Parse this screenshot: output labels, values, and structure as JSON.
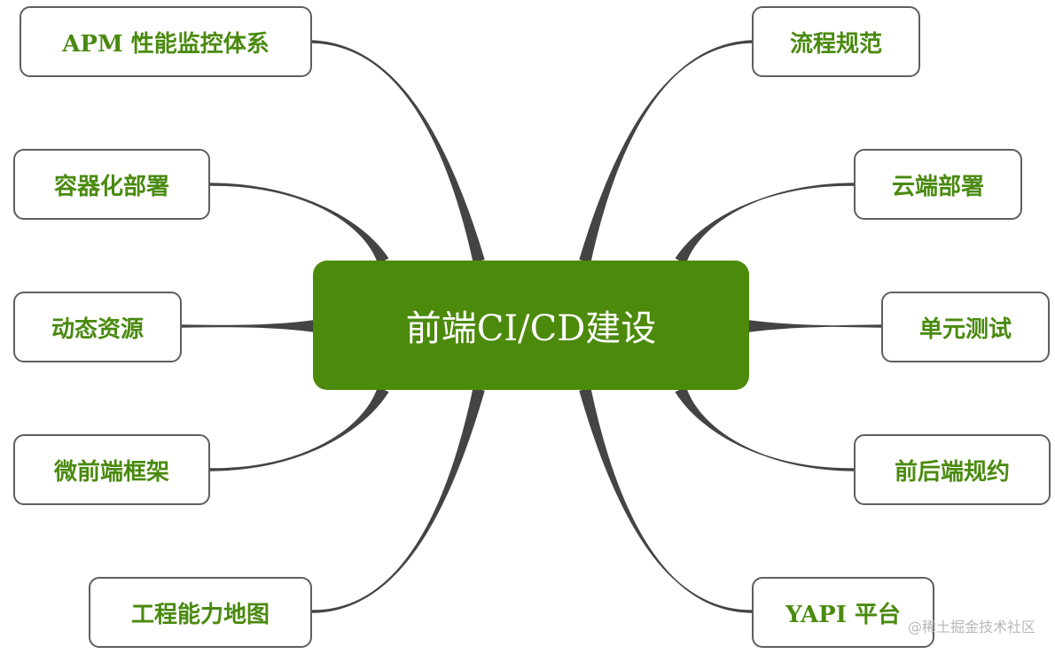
{
  "center": {
    "label": "前端CI/CD建设"
  },
  "left_nodes": [
    "APM 性能监控体系",
    "容器化部署",
    "动态资源",
    "微前端框架",
    "工程能力地图"
  ],
  "right_nodes": [
    "流程规范",
    "云端部署",
    "单元测试",
    "前后端规约",
    "YAPI 平台"
  ],
  "watermark": "@稀土掘金技术社区",
  "colors": {
    "center_fill": "#4c8a0b",
    "node_text": "#4a8a0f",
    "node_border": "#5e5e5e",
    "branch": "#444444"
  }
}
